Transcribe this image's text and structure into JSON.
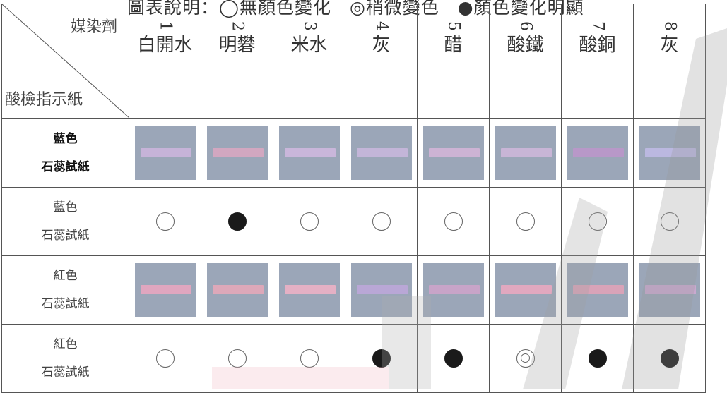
{
  "caption": "圖表說明：◯無顏色變化　◎稍微變色　●顏色變化明顯",
  "corner": {
    "top": "媒染劑",
    "bottom": "酸檢指示紙"
  },
  "columns": [
    {
      "num": "1",
      "label": "白開水"
    },
    {
      "num": "2",
      "label": "明礬"
    },
    {
      "num": "3",
      "label": "米水"
    },
    {
      "num": "4",
      "label": "灰"
    },
    {
      "num": "5",
      "label": "醋"
    },
    {
      "num": "6",
      "label": "酸鐵"
    },
    {
      "num": "7",
      "label": "酸銅"
    },
    {
      "num": "8",
      "label": "灰"
    }
  ],
  "rows": [
    {
      "label1": "藍色",
      "label2": "石蕊試紙",
      "bold": true,
      "type": "photo",
      "strips": [
        "#c6b3d8",
        "#d2a7c0",
        "#c9b6da",
        "#c3b5d8",
        "#cdb3d4",
        "#c8b5d6",
        "#b898c8",
        "#bbb8e0"
      ]
    },
    {
      "label1": "藍色",
      "label2": "石蕊試紙",
      "bold": false,
      "type": "marks",
      "marks": [
        "empty",
        "filled",
        "empty",
        "empty",
        "empty",
        "empty",
        "empty",
        "empty"
      ]
    },
    {
      "label1": "紅色",
      "label2": "石蕊試紙",
      "bold": false,
      "type": "photo",
      "strips": [
        "#e0a6bf",
        "#dda8b9",
        "#e4b0c4",
        "#b9a7d6",
        "#c8a4c8",
        "#e1a8bf",
        "#d9a3b8",
        "#c9a9cf"
      ]
    },
    {
      "label1": "紅色",
      "label2": "石蕊試紙",
      "bold": false,
      "type": "marks",
      "marks": [
        "empty",
        "empty",
        "empty",
        "filled",
        "filled",
        "double",
        "filled",
        "filled"
      ]
    }
  ]
}
